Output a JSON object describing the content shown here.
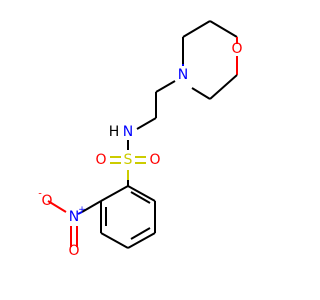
{
  "molecule": {
    "colors": {
      "oxygen": "#ff0000",
      "nitrogen": "#0000ff",
      "sulfur": "#cccc00",
      "hydrogen": "#000000",
      "carbon": "#000000"
    },
    "labels": {
      "morpholine_o": "O",
      "morpholine_n": "N",
      "nh_n": "N",
      "nh_h": "H",
      "sulfonyl_s": "S",
      "sulfonyl_o_left": "O",
      "sulfonyl_o_right": "O",
      "nitro_n": "N",
      "nitro_n_charge": "+",
      "nitro_o_left": "O",
      "nitro_o_left_charge": "-",
      "nitro_o_bottom": "O"
    }
  }
}
